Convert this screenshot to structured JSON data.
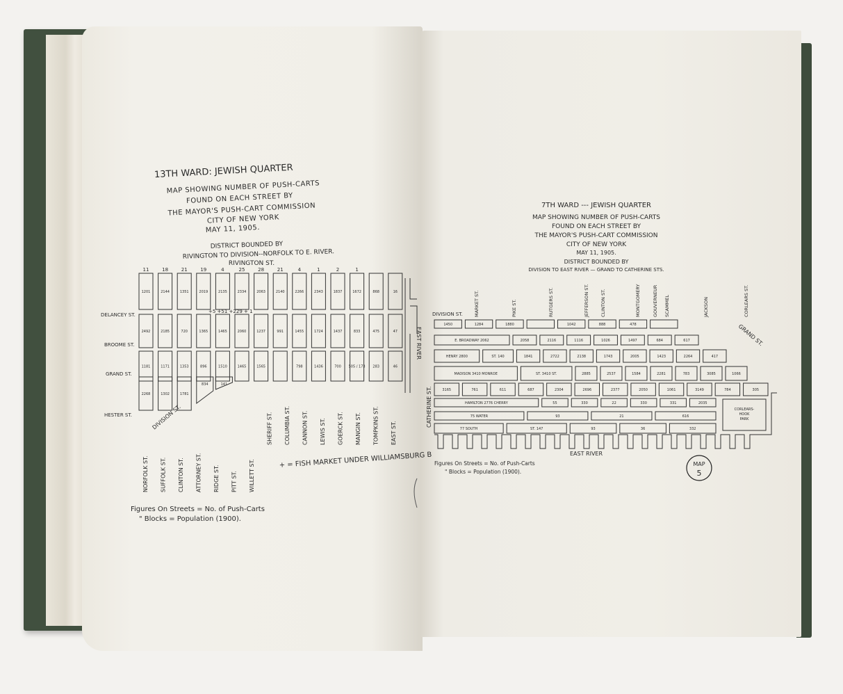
{
  "left_page": {
    "title": "13TH WARD: JEWISH QUARTER",
    "subtitle_lines": [
      "MAP SHOWING NUMBER OF PUSH-CARTS",
      "FOUND ON EACH STREET BY",
      "THE MAYOR'S PUSH-CART COMMISSION",
      "CITY OF NEW YORK",
      "MAY 11, 1905."
    ],
    "district_lines": [
      "DISTRICT BOUNDED BY",
      "RIVINGTON TO DIVISION--NORFOLK TO E. RIVER."
    ],
    "top_street": "RIVINGTON ST.",
    "row_streets": [
      "DELANCEY ST.",
      "BROOME ST.",
      "GRAND ST.",
      "HESTER ST."
    ],
    "river": "EAST RIVER",
    "diagonal_street": "DIVISION ST.",
    "cross_streets": [
      "NORFOLK ST.",
      "SUFFOLK ST.",
      "CLINTON ST.",
      "ATTORNEY ST.",
      "RIDGE ST.",
      "PITT ST.",
      "WILLETT ST.",
      "SHERIFF ST.",
      "COLUMBIA ST.",
      "CANNON ST.",
      "LEWIS ST.",
      "GOERCK ST.",
      "MANGIN ST.",
      "TOMPKINS ST.",
      "EAST ST."
    ],
    "rivington_cart_counts": [
      "11",
      "18",
      "21",
      "19",
      "4",
      "25",
      "28",
      "21",
      "4",
      "1",
      "2",
      "1"
    ],
    "fish_market_marks": "+5 +51 +229 + 1",
    "block_rows": [
      [
        "1201",
        "2144",
        "1351",
        "2019",
        "2135",
        "2334",
        "2063",
        "2140",
        "2266",
        "2343",
        "1837",
        "1672",
        "868",
        "16"
      ],
      [
        "2492",
        "2185",
        "720",
        "1365",
        "1465",
        "2060",
        "1237",
        "991",
        "1455",
        "1724",
        "1437",
        "833",
        "475",
        "47"
      ],
      [
        "1181",
        "1171",
        "1353",
        "896",
        "1510",
        "1465",
        "1565",
        "",
        "798",
        "1436",
        "700",
        "505 / 173",
        "283",
        "46"
      ],
      [
        "2268",
        "1302",
        "1781",
        "834",
        "141"
      ]
    ],
    "fish_market_note": "+ = FISH MARKET UNDER WILLIAMSBURG B",
    "legend": [
      "Figures On Streets = No. of Push-Carts",
      "\"  Blocks = Population (1900)."
    ]
  },
  "right_page": {
    "title": "7TH WARD --- JEWISH QUARTER",
    "subtitle_lines": [
      "MAP SHOWING NUMBER OF PUSH-CARTS",
      "FOUND ON EACH STREET BY",
      "THE MAYOR'S PUSH-CART COMMISSION",
      "CITY OF NEW YORK",
      "MAY 11, 1905."
    ],
    "district_lines": [
      "DISTRICT BOUNDED BY",
      "DIVISION TO EAST RIVER — GRAND TO CATHERINE STS."
    ],
    "top_streets": [
      "DIVISION ST.",
      "MARKET ST.",
      "PIKE ST.",
      "RUTGERS ST.",
      "JEFFERSON ST.",
      "CLINTON ST.",
      "MONTGOMERY",
      "GOUVERNEUR",
      "SCAMMEL",
      "JACKSON",
      "CORLEARS ST."
    ],
    "left_street": "CATHERINE ST.",
    "diagonal_street": "GRAND ST.",
    "park": [
      "CORLEARS-",
      "HOOK",
      "PARK"
    ],
    "river": "EAST RIVER",
    "block_rows": [
      [
        "1450",
        "1284",
        "1880",
        "",
        "1042",
        "888",
        "478",
        ""
      ],
      [
        "E. BROADWAY 2062",
        "2058",
        "2116",
        "1116",
        "1026",
        "1497",
        "684",
        "617"
      ],
      [
        "HENRY 2800",
        "ST. 140",
        "1841",
        "2722",
        "2138",
        "1743",
        "2005",
        "1423",
        "2264",
        "417"
      ],
      [
        "MADISON 3410 MONROE",
        "ST. 3410 ST.",
        "2885",
        "2537",
        "1584",
        "2281",
        "783",
        "3085",
        "1066"
      ],
      [
        "3165",
        "761",
        "611",
        "687",
        "2304",
        "2696",
        "2377",
        "2050",
        "1061",
        "3149",
        "784",
        "305"
      ],
      [
        "HAMILTON 2776 CHERRY",
        "55",
        "330",
        "22",
        "330",
        "331",
        "2035"
      ],
      [
        "75 WATER",
        "93",
        "21",
        "616"
      ],
      [
        "77 SOUTH",
        "ST. 147",
        "93",
        "36",
        "332"
      ]
    ],
    "legend": [
      "Figures On Streets = No. of Push-Carts",
      "\"  Blocks = Population (1900)."
    ],
    "map_badge": [
      "MAP",
      "5"
    ]
  }
}
